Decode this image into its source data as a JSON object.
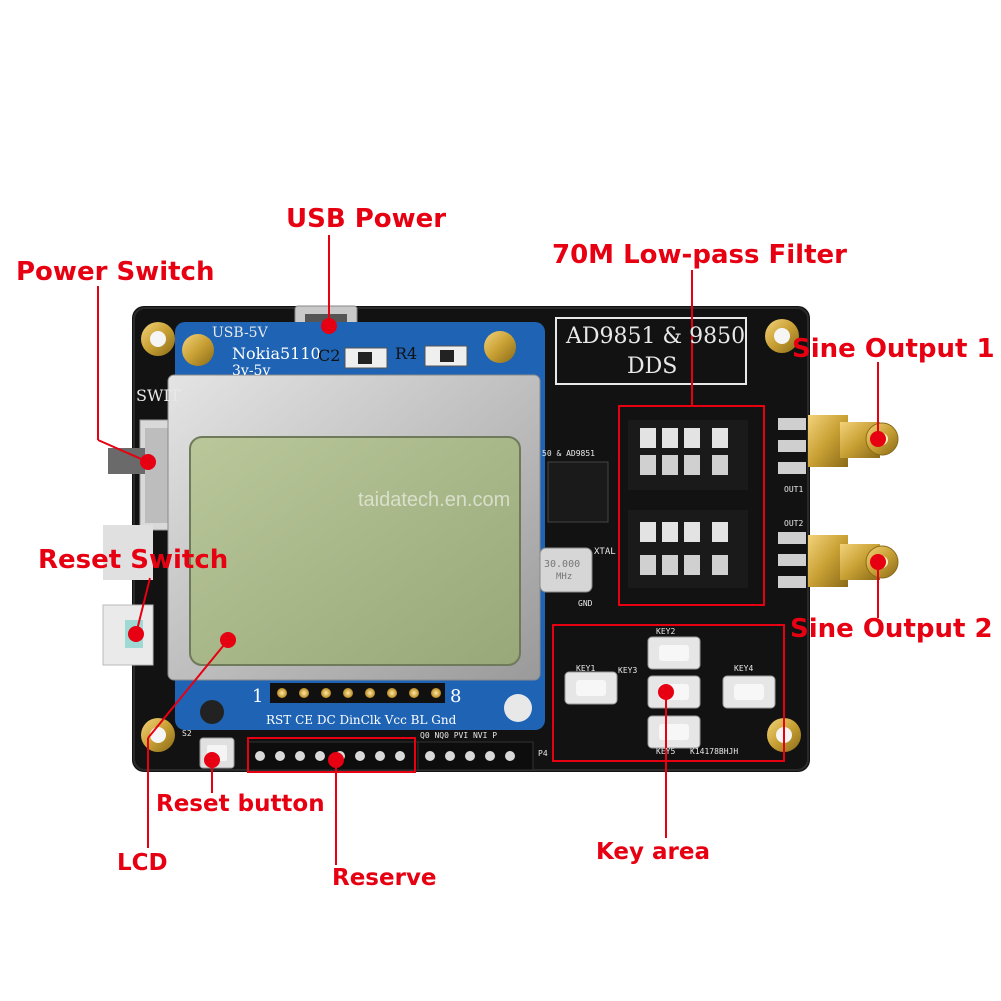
{
  "callouts": {
    "usb_power": "USB Power",
    "power_switch": "Power Switch",
    "low_pass_filter": "70M Low-pass Filter",
    "sine_output_1": "Sine Output 1",
    "sine_output_2": "Sine Output 2",
    "reset_switch": "Reset Switch",
    "reset_button": "Reset button",
    "lcd": "LCD",
    "reserve": "Reserve",
    "key_area": "Key area"
  },
  "board": {
    "title_line1": "AD9851 & 9850",
    "title_line2": "DDS",
    "lcd_module_name": "Nokia5110",
    "lcd_voltage": "3v-5v",
    "usb_label": "USB-5V",
    "switch_label": "SWIT",
    "c2": "C2",
    "r4": "R4",
    "pin_first": "1",
    "pin_last": "8",
    "pin_labels": "RST CE DC DinClk Vcc BL Gnd",
    "out1": "OUT1",
    "out2": "OUT2",
    "xtal": "XTAL",
    "gnd": "GND",
    "crystal_freq": "30.000",
    "crystal_unit": "MHz",
    "chip_label": "50 & AD9851",
    "key1": "KEY1",
    "key2": "KEY2",
    "key3": "KEY3",
    "key4": "KEY4",
    "key5": "KEY5",
    "board_code": "K14178BHJH",
    "p4_label": "P4",
    "p4_pins": "Q0 NQ0 PVI NVI P",
    "s2": "S2"
  },
  "watermark": "taidatech.en.com",
  "colors": {
    "accent": "#e60012",
    "pcb": "#121212",
    "lcd_pcb": "#1f64b4",
    "lcd_screen": "#aab88a",
    "gold": "#c8a034"
  }
}
